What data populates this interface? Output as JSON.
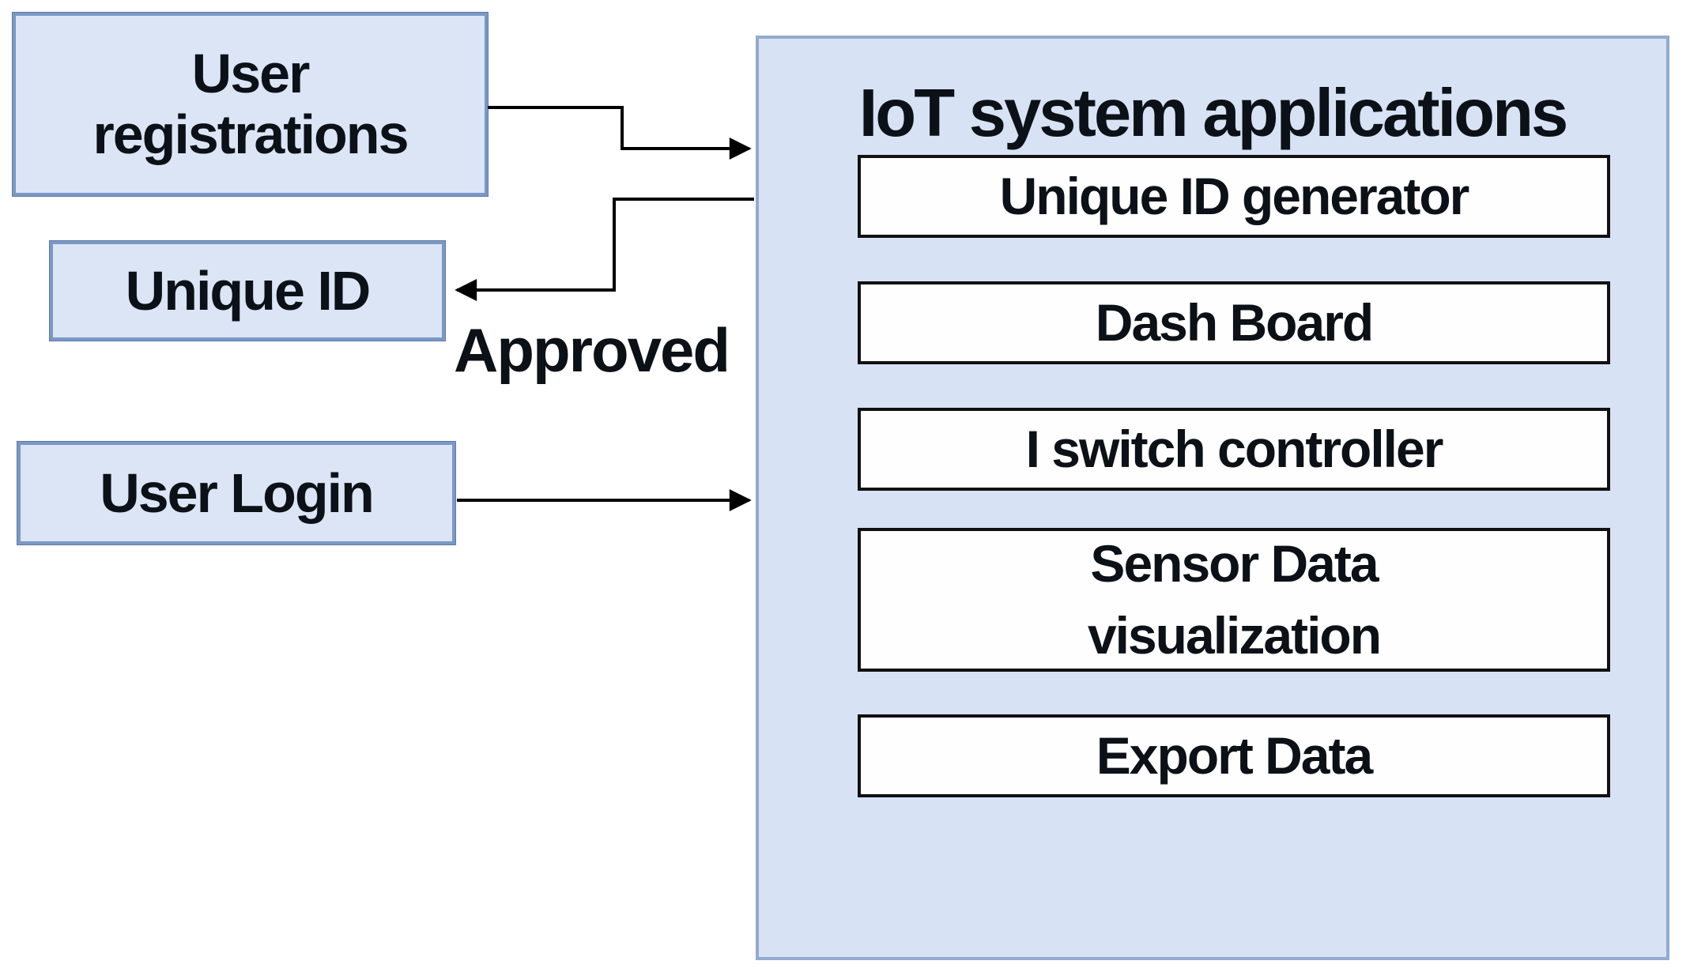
{
  "figure": {
    "background_color": "#ffffff",
    "node_fill_color": "#dbe5f5",
    "node_border_color": "#7b98c5",
    "panel_fill_color": "#d7e3f4",
    "panel_border_color": "#93abce",
    "module_fill_color": "#fefefe",
    "module_border_color": "#111111",
    "text_color": "#0c1118",
    "arrow_color": "#000000"
  },
  "nodes": {
    "user_registrations": {
      "label": "User registrations"
    },
    "unique_id": {
      "label": "Unique ID"
    },
    "user_login": {
      "label": "User Login"
    }
  },
  "panel": {
    "title": "IoT system applications",
    "modules": [
      {
        "label": "Unique ID generator"
      },
      {
        "label": "Dash Board"
      },
      {
        "label": "I switch controller"
      },
      {
        "label": "Sensor Data visualization"
      },
      {
        "label": "Export Data"
      }
    ]
  },
  "edges": [
    {
      "from": "user_registrations",
      "to": "iot_system_applications",
      "label": ""
    },
    {
      "from": "iot_system_applications",
      "to": "unique_id",
      "label": "Approved"
    },
    {
      "from": "user_login",
      "to": "iot_system_applications",
      "label": ""
    }
  ]
}
